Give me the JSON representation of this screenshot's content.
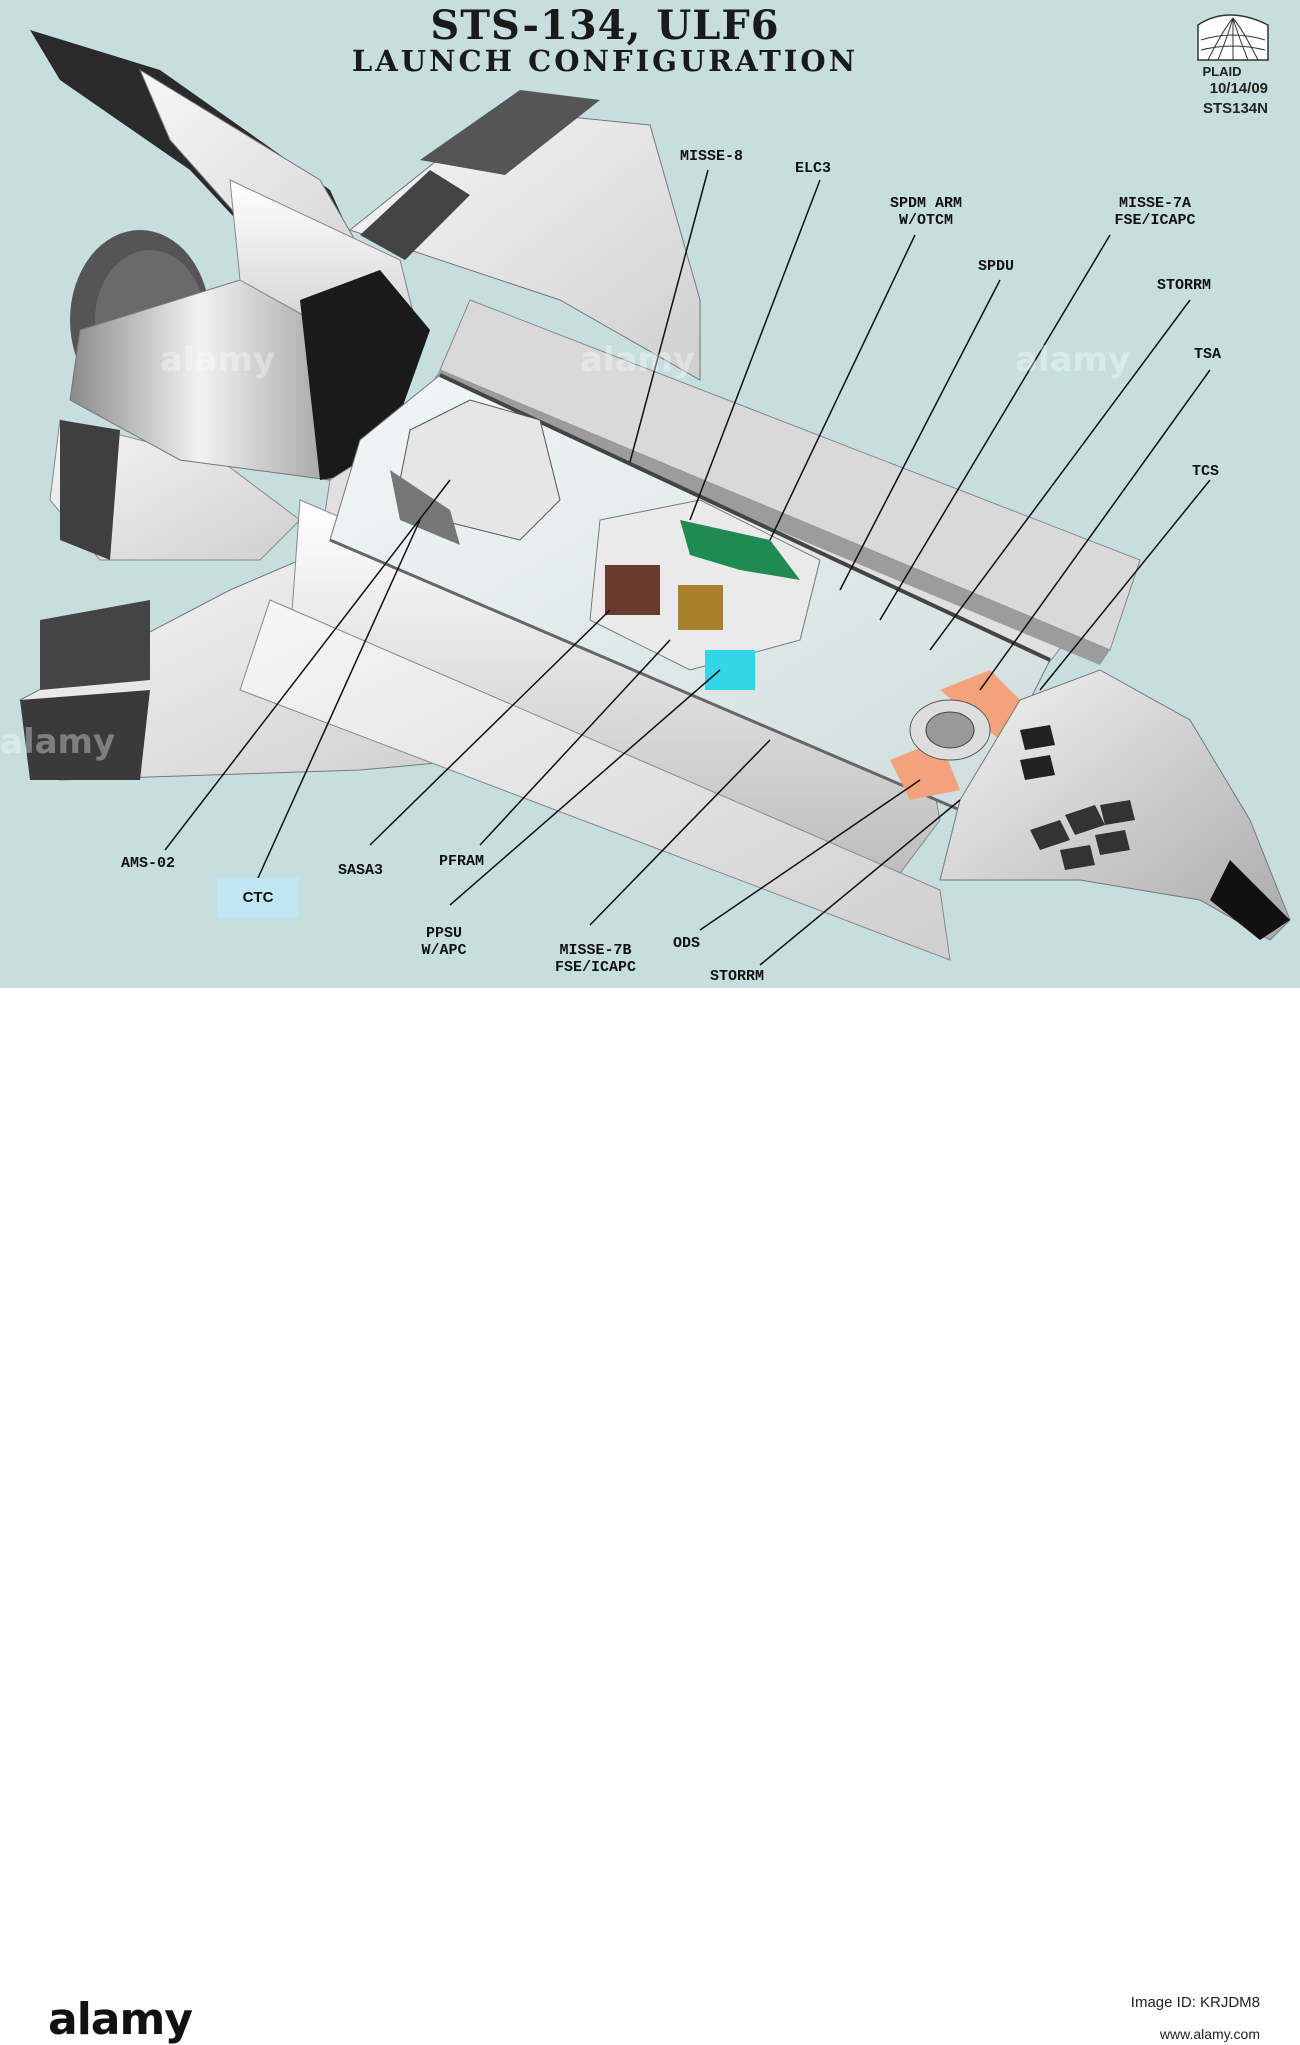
{
  "diagram": {
    "title": "STS-134, ULF6",
    "subtitle": "LAUNCH CONFIGURATION",
    "logo_text": "PLAID",
    "date": "10/14/09",
    "doc_id": "STS134N",
    "labels": {
      "misse8": "MISSE-8",
      "elc3": "ELC3",
      "spdm_arm": [
        "SPDM ARM",
        "W/OTCM"
      ],
      "misse7a": [
        "MISSE-7A",
        "FSE/ICAPC"
      ],
      "spdu": "SPDU",
      "storrm_top": "STORRM",
      "tsa": "TSA",
      "tcs": "TCS",
      "ams02": "AMS-02",
      "ctc": "CTC",
      "sasa3": "SASA3",
      "pfram": "PFRAM",
      "ppsu": [
        "PPSU",
        "W/APC"
      ],
      "misse7b": [
        "MISSE-7B",
        "FSE/ICAPC"
      ],
      "ods": "ODS",
      "storrm_bottom": "STORRM"
    },
    "colors": {
      "background": "#c6dedd",
      "ctc_box": "#bfe6f2",
      "payload_brown": "#6b3a2e",
      "payload_gold": "#a8802e",
      "payload_cyan": "#33d6e6",
      "payload_green": "#1f8a52",
      "ods_peach": "#f4a27b"
    }
  },
  "footer": {
    "brand": "alamy",
    "image_code": "Image ID: KRJDM8",
    "url": "www.alamy.com"
  },
  "watermarks": [
    "alamy",
    "alamy",
    "alamy",
    "alamy"
  ]
}
